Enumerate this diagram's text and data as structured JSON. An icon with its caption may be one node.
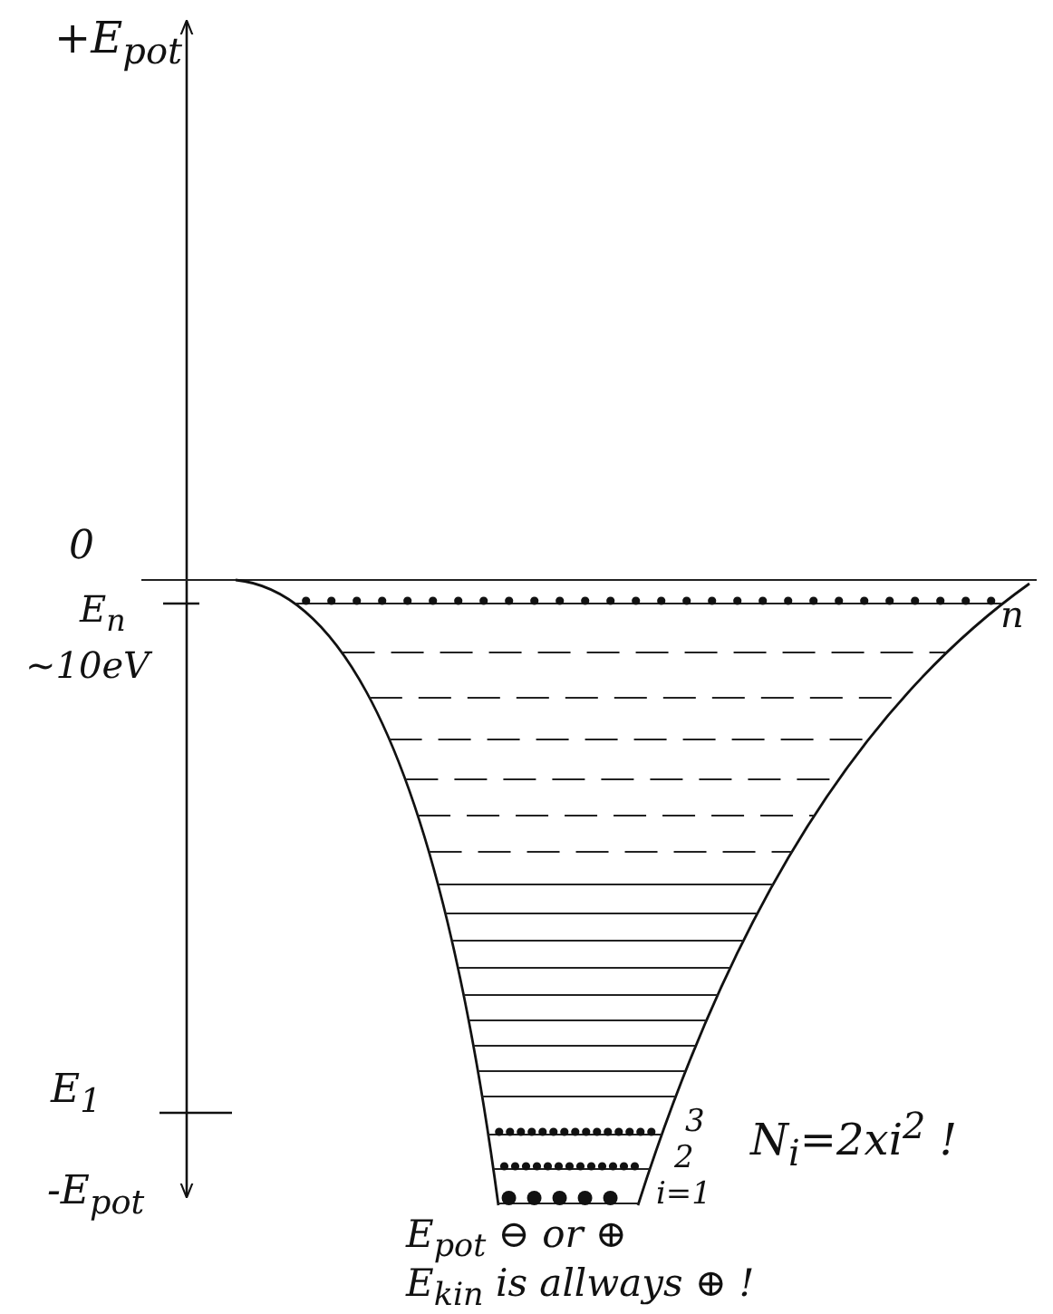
{
  "diagram": {
    "labels": [
      "+E$_{pot}$",
      "0",
      "E$_{n}$",
      "~10eV",
      "E$_{1}$",
      "-E$_{pot}$",
      "n",
      "3",
      "2",
      "i=1",
      "N$_{i}$=2xi$^{2}$ !",
      "E$_{pot}$ ⊖ or ⊕",
      "E$_{kin}$ is allways ⊕ !"
    ]
  }
}
